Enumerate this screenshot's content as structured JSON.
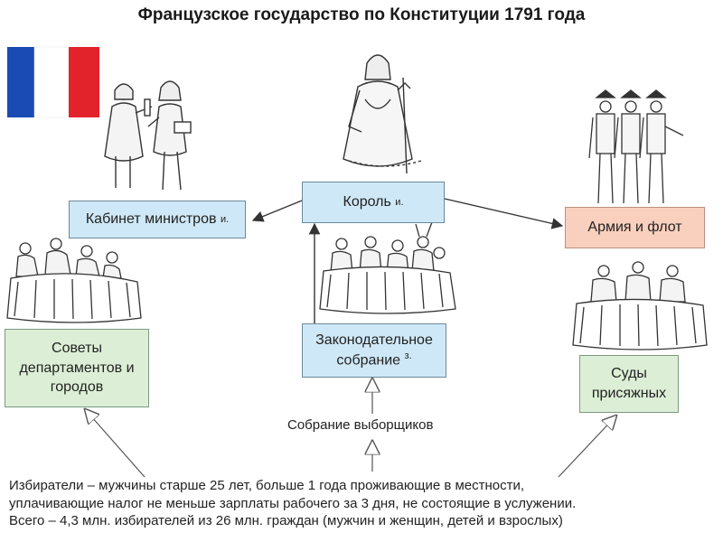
{
  "title": "Французское государство по Конституции 1791 года",
  "nodes": {
    "king": {
      "label": "Король",
      "mark": "и."
    },
    "cabinet": {
      "label": "Кабинет министров",
      "mark": "и."
    },
    "army": {
      "label": "Армия и флот"
    },
    "assembly": {
      "line1": "Законодательное",
      "line2": "собрание",
      "mark": "з."
    },
    "councils": {
      "line1": "Советы",
      "line2": "департаментов и",
      "line3": "городов"
    },
    "courts": {
      "line1": "Суды",
      "line2": "присяжных"
    },
    "electors": {
      "label": "Собрание выборщиков"
    }
  },
  "note": {
    "line1": "Избиратели – мужчины старше 25 лет, больше 1 года проживающие в местности,",
    "line2": "уплачивающие налог не меньше зарплаты рабочего за 3 дня, не состоящие в услужении.",
    "line3": "Всего – 4,3 млн. избирателей из 26 млн. граждан (мужчин и женщин, детей и взрослых)"
  },
  "colors": {
    "flag_blue": "#1a4bb5",
    "flag_white": "#ffffff",
    "flag_red": "#e2232b",
    "box_blue": "#cfe8f7",
    "box_green": "#dcefd6",
    "box_salmon": "#f9cfbd"
  },
  "icons": [
    "french-flag-icon",
    "ministers-figures-icon",
    "king-figure-icon",
    "soldiers-figures-icon",
    "councils-table-icon",
    "assembly-table-icon",
    "jury-table-icon"
  ]
}
